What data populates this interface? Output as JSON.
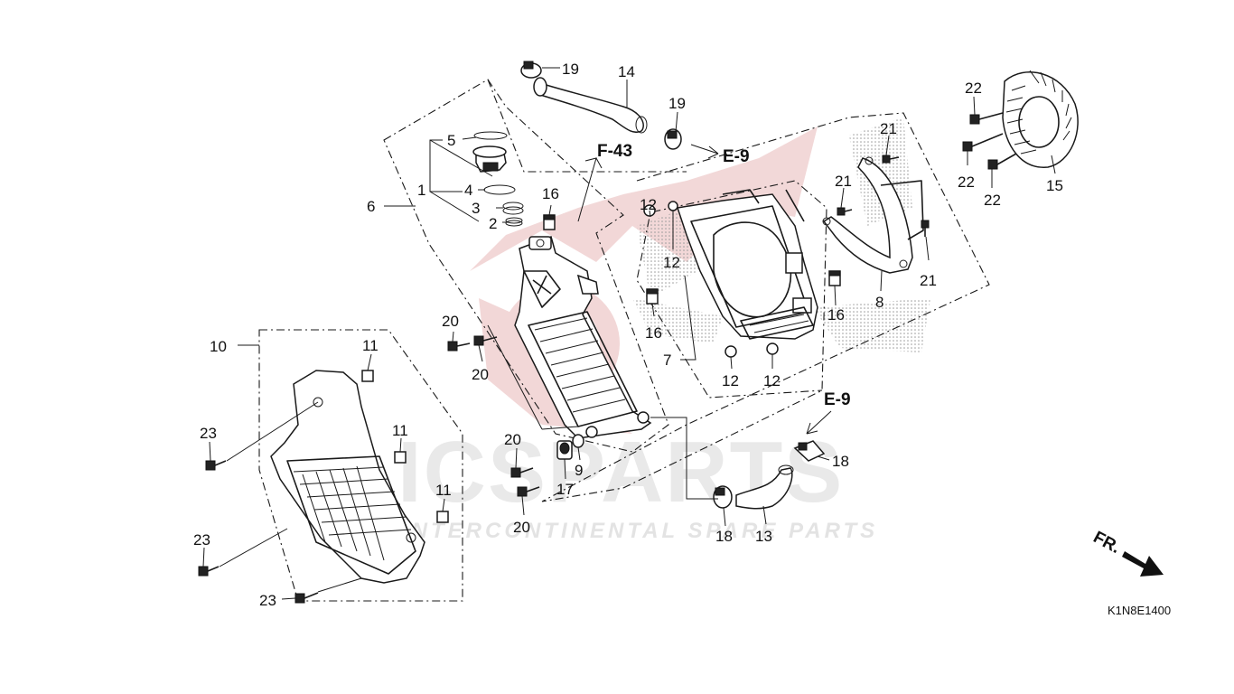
{
  "diagram_code": "K1N8E1400",
  "watermark": {
    "big": "ICSPARTS",
    "small": "INTERCONTINENTAL SPARE PARTS"
  },
  "references": {
    "f43": "F-43",
    "e9_top": "E-9",
    "e9_mid": "E-9",
    "front": "FR."
  },
  "callouts": {
    "c19a": "19",
    "c14": "14",
    "c19b": "19",
    "c5": "5",
    "c1": "1",
    "c4": "4",
    "c3": "3",
    "c2": "2",
    "c6": "6",
    "c16a": "16",
    "c16b": "16",
    "c16c": "16",
    "c12a": "12",
    "c12b": "12",
    "c12c": "12",
    "c12d": "12",
    "c21a": "21",
    "c21b": "21",
    "c21c": "21",
    "c22a": "22",
    "c22b": "22",
    "c22c": "22",
    "c15": "15",
    "c8": "8",
    "c7": "7",
    "c20a": "20",
    "c20b": "20",
    "c20c": "20",
    "c20d": "20",
    "c10": "10",
    "c11a": "11",
    "c11b": "11",
    "c11c": "11",
    "c23a": "23",
    "c23b": "23",
    "c23c": "23",
    "c9": "9",
    "c17": "17",
    "c18a": "18",
    "c18b": "18",
    "c13": "13"
  },
  "colors": {
    "line": "#1a1a1a",
    "watermark_red": "#e8b8b8",
    "watermark_gray": "#e9e9e9"
  }
}
